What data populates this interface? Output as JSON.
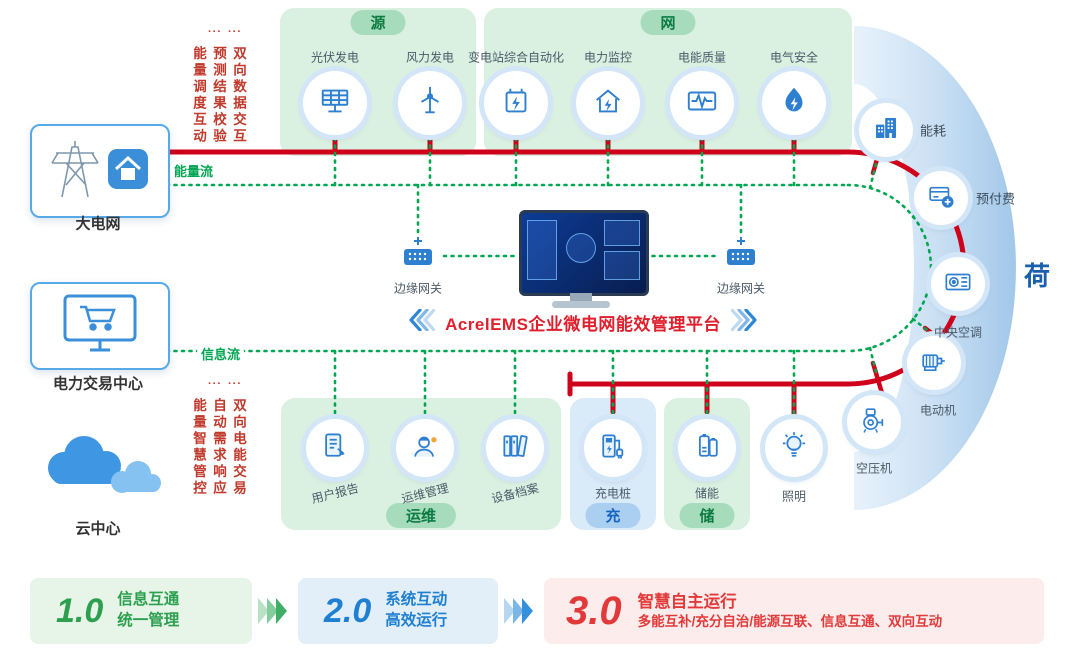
{
  "center": {
    "platform_title": "AcrelEMS企业微电网能效管理平台",
    "gateway_left": "边缘网关",
    "gateway_right": "边缘网关"
  },
  "flows": {
    "energy": "能量流",
    "info": "信息流"
  },
  "left_column": {
    "main_grid": "大电网",
    "trading_center": "电力交易中心",
    "cloud_center": "云中心",
    "dots": "···",
    "top_vertical": [
      "能量调度互动",
      "预测结果校验",
      "双向数据交互"
    ],
    "bottom_vertical": [
      "能量智慧管控",
      "自动需求响应",
      "双向电能交易"
    ]
  },
  "sections": {
    "source": {
      "header": "源",
      "items": [
        {
          "label": "光伏发电"
        },
        {
          "label": "风力发电"
        }
      ]
    },
    "grid": {
      "header": "网",
      "items": [
        {
          "label": "变电站综合自动化"
        },
        {
          "label": "电力监控"
        },
        {
          "label": "电能质量"
        },
        {
          "label": "电气安全"
        }
      ]
    },
    "operations": {
      "header": "运维",
      "items": [
        {
          "label": "用户报告"
        },
        {
          "label": "运维管理"
        },
        {
          "label": "设备档案"
        }
      ]
    },
    "charging": {
      "header": "充",
      "items": [
        {
          "label": "充电桩"
        }
      ]
    },
    "storage": {
      "header": "储",
      "items": [
        {
          "label": "储能"
        }
      ]
    },
    "load": {
      "header": "荷",
      "items": [
        {
          "label": "能耗"
        },
        {
          "label": "预付费"
        },
        {
          "label": "中央空调"
        },
        {
          "label": "电动机"
        },
        {
          "label": "空压机"
        },
        {
          "label": "照明"
        }
      ]
    }
  },
  "timeline": [
    {
      "version": "1.0",
      "line1": "信息互通",
      "line2": "统一管理"
    },
    {
      "version": "2.0",
      "line1": "系统互动",
      "line2": "高效运行"
    },
    {
      "version": "3.0",
      "line1": "智慧自主运行",
      "line2": "多能互补/充分自治/能源互联、信息互通、双向互动"
    }
  ],
  "colors": {
    "energy_flow_red": "#d0021b",
    "info_flow_green": "#00a651",
    "icon_blue": "#2e7fd0",
    "load_band_blue": "#9cc4e8"
  }
}
